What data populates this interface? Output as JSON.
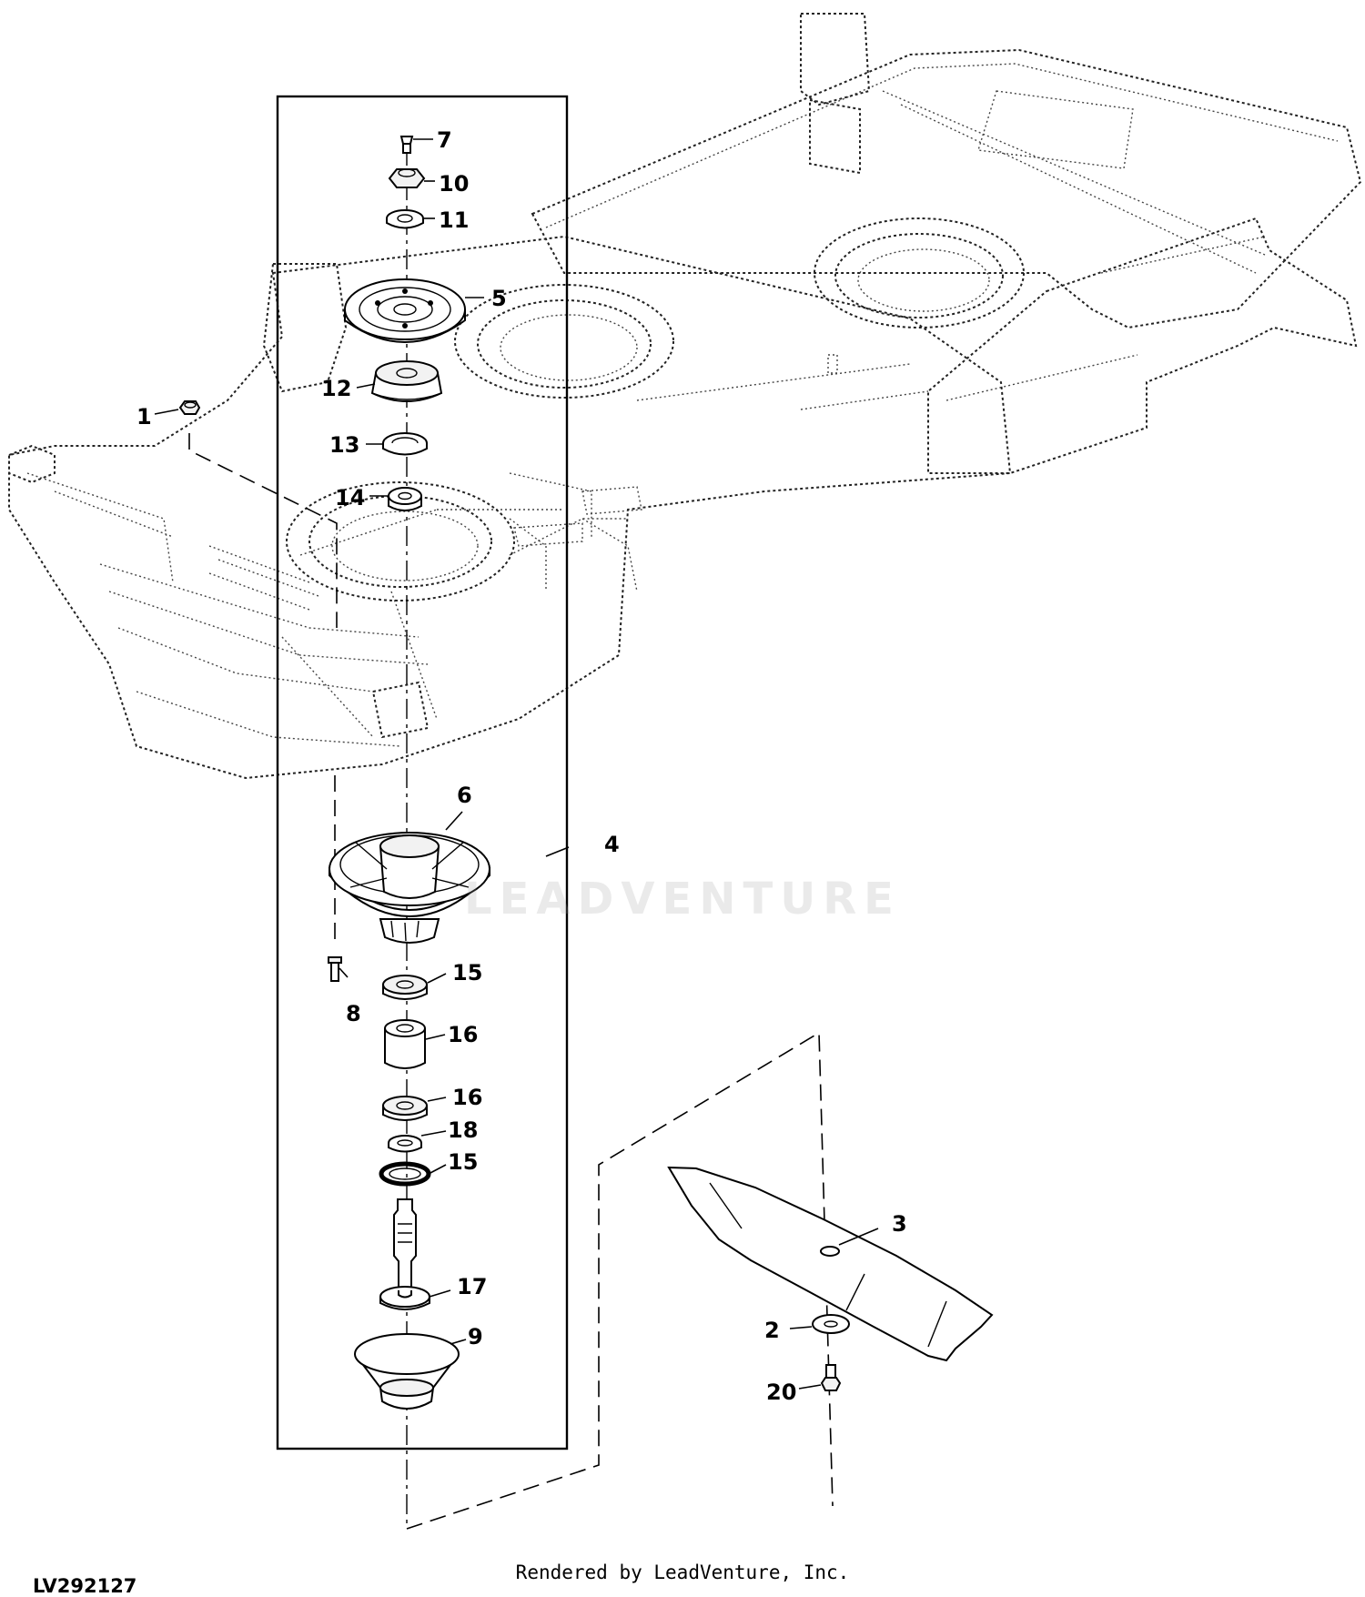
{
  "diagram_id": "LV292127",
  "credit": "Rendered by LeadVenture, Inc.",
  "watermark_text": "LEADVENTURE",
  "callouts": [
    {
      "id": "c1",
      "text": "1"
    },
    {
      "id": "c2",
      "text": "2"
    },
    {
      "id": "c3",
      "text": "3"
    },
    {
      "id": "c4",
      "text": "4"
    },
    {
      "id": "c5",
      "text": "5"
    },
    {
      "id": "c6",
      "text": "6"
    },
    {
      "id": "c7",
      "text": "7"
    },
    {
      "id": "c8",
      "text": "8"
    },
    {
      "id": "c9",
      "text": "9"
    },
    {
      "id": "c10",
      "text": "10"
    },
    {
      "id": "c11",
      "text": "11"
    },
    {
      "id": "c12",
      "text": "12"
    },
    {
      "id": "c13",
      "text": "13"
    },
    {
      "id": "c14",
      "text": "14"
    },
    {
      "id": "c15",
      "text": "15"
    },
    {
      "id": "c16a",
      "text": "16"
    },
    {
      "id": "c16b",
      "text": "16"
    },
    {
      "id": "c17",
      "text": "17"
    },
    {
      "id": "c18",
      "text": "18"
    },
    {
      "id": "c19",
      "text": "19"
    },
    {
      "id": "c20",
      "text": "20"
    }
  ],
  "colors": {
    "line": "#000000",
    "ghost": "#222222",
    "background": "#ffffff",
    "watermark": "#a0a0a0"
  }
}
